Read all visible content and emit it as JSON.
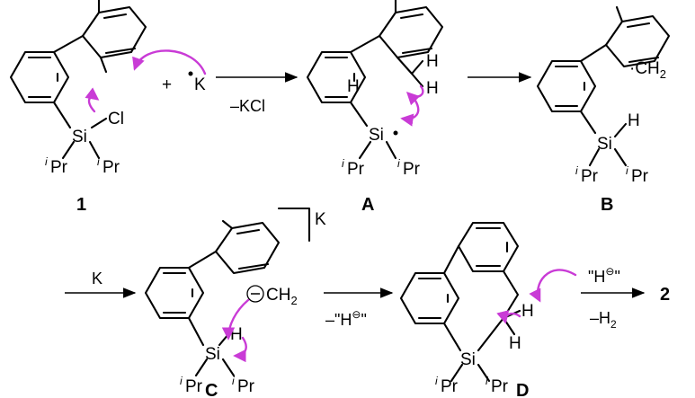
{
  "compounds": {
    "c1": "1",
    "cA": "A",
    "cB": "B",
    "cC": "C",
    "cD": "D",
    "product": "2"
  },
  "atoms": {
    "si": "Si",
    "cl": "Cl",
    "h": "H",
    "k": "K",
    "pr": "Pr",
    "iso": "i",
    "ch2_radical": "·CH",
    "ch2": "CH",
    "sub2": "2",
    "plus": "+",
    "carbanion": "⊖"
  },
  "conditions": {
    "minus_kcl": "–KCl",
    "reagent_k": "K",
    "minus_hydride_prefix": "–\"H",
    "hydride_quote_close": "\"",
    "hydride_add_prefix": "\"H",
    "minus_h2_prefix": "–H",
    "minus_sign_sup": "⊖"
  },
  "colors": {
    "bonds": "#000000",
    "electron_arrows": "#c93bd6"
  },
  "arrows": [
    {
      "from": "1",
      "to": "A"
    },
    {
      "from": "A",
      "to": "B"
    },
    {
      "from": "B",
      "to": "C"
    },
    {
      "from": "C",
      "to": "D"
    },
    {
      "from": "D",
      "to": "2"
    }
  ]
}
